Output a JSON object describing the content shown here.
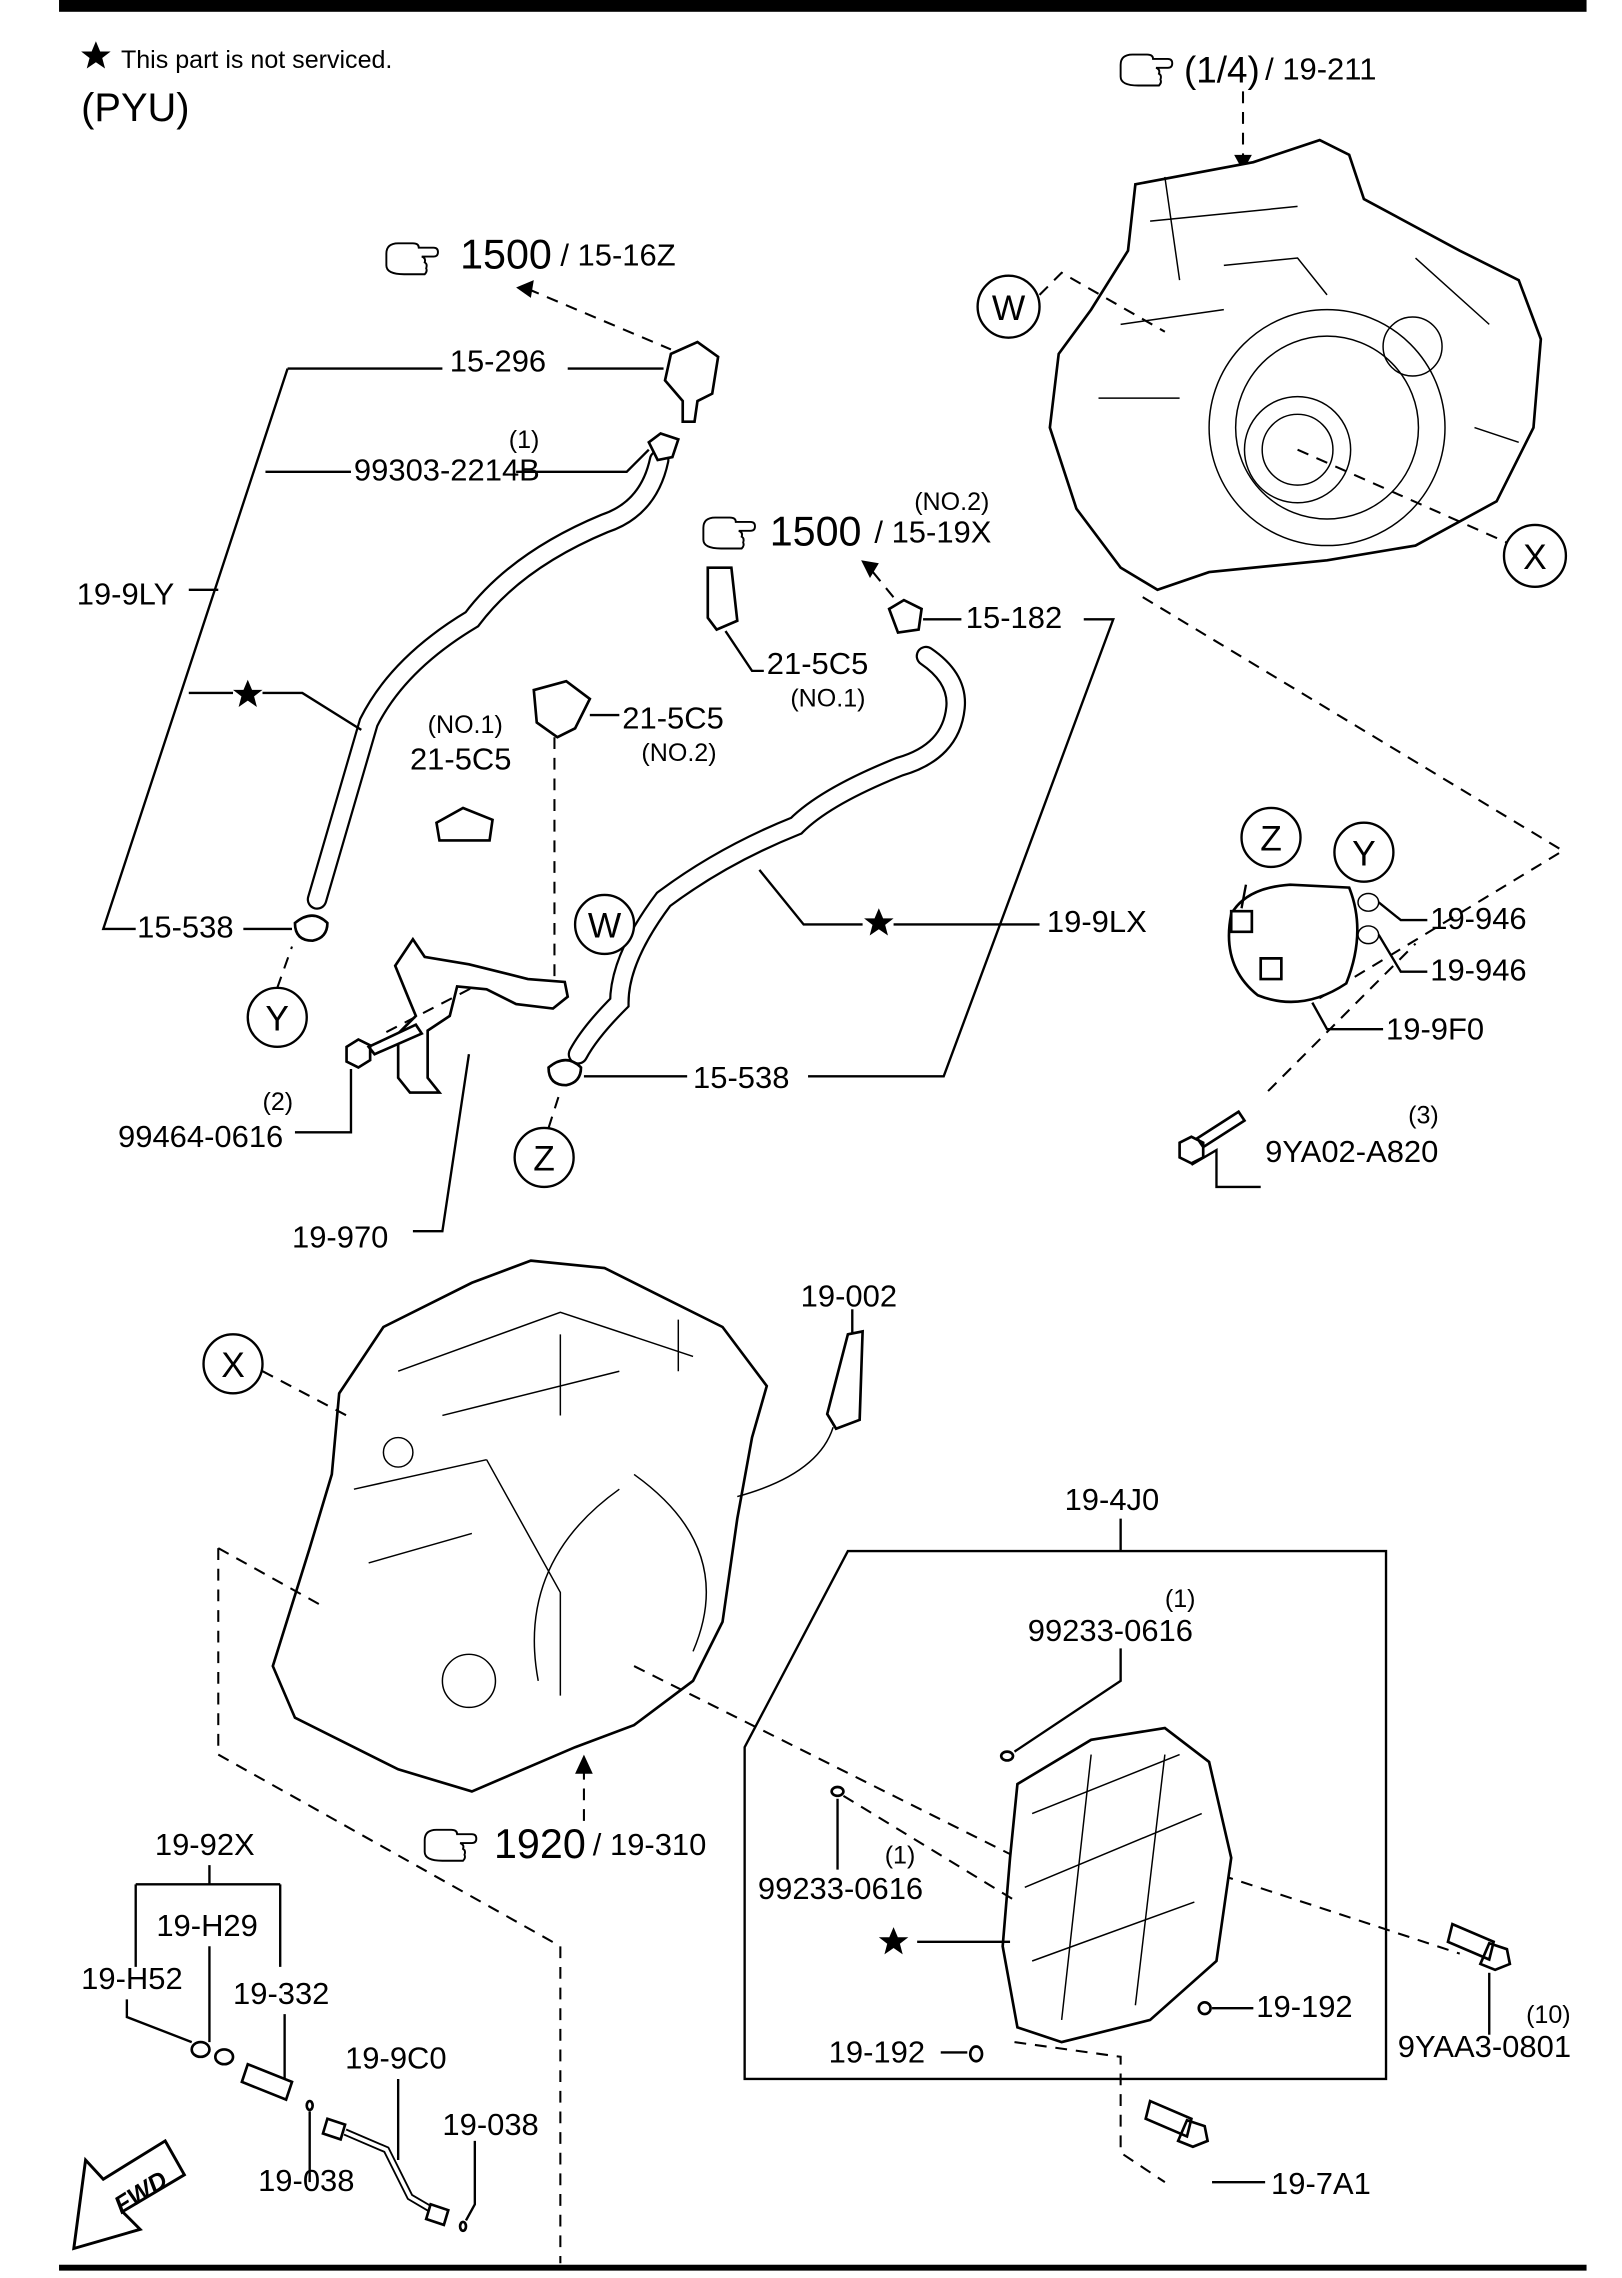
{
  "header": {
    "note_icon": "star-icon",
    "note": "This part is not serviced.",
    "model_code": "(PYU)"
  },
  "references": {
    "case_ref": {
      "icon": "pointing-hand-icon",
      "main": "(1/4)",
      "sub": "/ 19-211"
    },
    "sensor_ref_1": {
      "icon": "pointing-hand-icon",
      "main": "1500",
      "sub": "/ 15-16Z"
    },
    "sensor_ref_2": {
      "icon": "pointing-hand-icon",
      "main": "1500",
      "sub": "/ 15-19X",
      "qualifier": "(NO.2)"
    },
    "housing_ref": {
      "icon": "pointing-hand-icon",
      "main": "1920",
      "sub": "/ 19-310"
    }
  },
  "callouts": {
    "W": "W",
    "X": "X",
    "Y": "Y",
    "Z": "Z"
  },
  "labels": {
    "p15_296": "15-296",
    "p99303_qty": "(1)",
    "p99303": "99303-2214B",
    "p19_9LY": "19-9LY",
    "p15_538_a": "15-538",
    "p21_5C5_no1_left_q": "(NO.1)",
    "p21_5C5_no1_left": "21-5C5",
    "p21_5C5_no2": "21-5C5",
    "p21_5C5_no2_q": "(NO.2)",
    "p21_5C5_no1": "21-5C5",
    "p21_5C5_no1_q": "(NO.1)",
    "p15_182": "15-182",
    "p19_9LX": "19-9LX",
    "p15_538_b": "15-538",
    "p99464_qty": "(2)",
    "p99464": "99464-0616",
    "p19_970": "19-970",
    "p19_946_a": "19-946",
    "p19_946_b": "19-946",
    "p19_9F0": "19-9F0",
    "p9YA02_qty": "(3)",
    "p9YA02": "9YA02-A820",
    "p19_002": "19-002",
    "p19_4J0": "19-4J0",
    "p99233_a_qty": "(1)",
    "p99233_a": "99233-0616",
    "p99233_b_qty": "(1)",
    "p99233_b": "99233-0616",
    "p19_192_a": "19-192",
    "p19_192_b": "19-192",
    "p9YAA3_qty": "(10)",
    "p9YAA3": "9YAA3-0801",
    "p19_7A1": "19-7A1",
    "p19_92X": "19-92X",
    "p19_H29": "19-H29",
    "p19_H52": "19-H52",
    "p19_332": "19-332",
    "p19_9C0": "19-9C0",
    "p19_038_a": "19-038",
    "p19_038_b": "19-038"
  },
  "fwd_arrow": "FWD"
}
